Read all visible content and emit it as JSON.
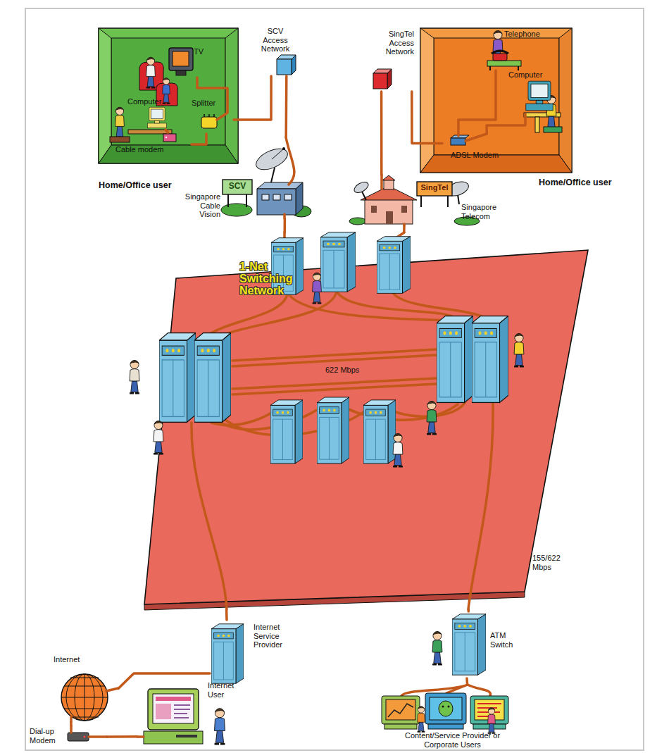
{
  "diagram": {
    "nodes": [
      {
        "text": [
          "Home/Office user"
        ]
      },
      {
        "text": [
          "TV"
        ],
        "in": 0
      },
      {
        "text": [
          "Splitter"
        ],
        "in": 0
      },
      {
        "text": [
          "Computer"
        ],
        "in": 0
      },
      {
        "text": [
          "Cable modem"
        ],
        "in": 0
      },
      {
        "text": [
          "SCV Access Network"
        ]
      },
      {
        "text": [
          "SCV",
          "Singapore Cable Vision"
        ]
      },
      {
        "text": [
          "Home/Office user"
        ]
      },
      {
        "text": [
          "Telephone"
        ],
        "in": 7
      },
      {
        "text": [
          "Computer"
        ],
        "in": 7
      },
      {
        "text": [
          "ADSL Modem"
        ],
        "in": 7
      },
      {
        "text": [
          "SingTel Access Network"
        ]
      },
      {
        "text": [
          "SingTel",
          "Singapore Telecom"
        ]
      },
      {
        "text": [
          "1-Net Switching Network"
        ]
      },
      {
        "text": [
          "Internet Service Provider"
        ]
      },
      {
        "text": [
          "Internet"
        ]
      },
      {
        "text": [
          "Dial-up Modem"
        ]
      },
      {
        "text": [
          "Internet User"
        ]
      },
      {
        "text": [
          "ATM Switch"
        ]
      },
      {
        "text": [
          "Content/Service Provider or Corporate Users"
        ]
      }
    ],
    "edges": [
      {
        "from": 1,
        "to": 2,
        "arrow": "none"
      },
      {
        "from": 2,
        "to": 4,
        "arrow": "none"
      },
      {
        "from": 4,
        "to": 3,
        "arrow": "none"
      },
      {
        "from": 2,
        "to": 5,
        "arrow": "none"
      },
      {
        "from": 5,
        "to": 6,
        "arrow": "none"
      },
      {
        "from": 6,
        "to": 13,
        "arrow": "none"
      },
      {
        "from": 8,
        "to": 10,
        "arrow": "none"
      },
      {
        "from": 9,
        "to": 10,
        "arrow": "none"
      },
      {
        "from": 10,
        "to": 11,
        "arrow": "none"
      },
      {
        "from": 11,
        "to": 12,
        "arrow": "none"
      },
      {
        "from": 12,
        "to": 13,
        "arrow": "none"
      },
      {
        "from": 13,
        "to": 14,
        "arrow": "none"
      },
      {
        "from": 14,
        "to": 15,
        "arrow": "none"
      },
      {
        "from": 15,
        "to": 16,
        "arrow": "none"
      },
      {
        "from": 16,
        "to": 17,
        "arrow": "none"
      },
      {
        "from": 13,
        "to": 18,
        "label": "155/622 Mbps",
        "arrow": "none"
      },
      {
        "from": 18,
        "to": 19,
        "arrow": "none"
      }
    ],
    "labels": [
      "622 Mbps"
    ]
  }
}
